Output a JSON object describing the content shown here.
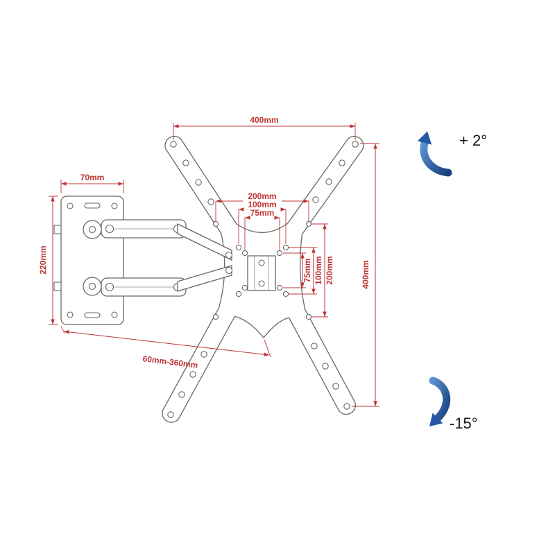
{
  "diagram": {
    "dimensions": {
      "top_width": "400mm",
      "right_height": "400mm",
      "wall_plate_width": "70mm",
      "wall_plate_height": "220mm",
      "arm_extension": "60mm-360mm",
      "vesa_horizontal": [
        "200mm",
        "100mm",
        "75mm"
      ],
      "vesa_vertical": [
        "75mm",
        "100mm",
        "200mm"
      ]
    },
    "angles": {
      "tilt_up": "+ 2°",
      "tilt_down": "-15°"
    },
    "colors": {
      "dimension_red": "#bf3434",
      "outline_gray": "#666666",
      "arrow_blue": "#2457a7"
    }
  }
}
